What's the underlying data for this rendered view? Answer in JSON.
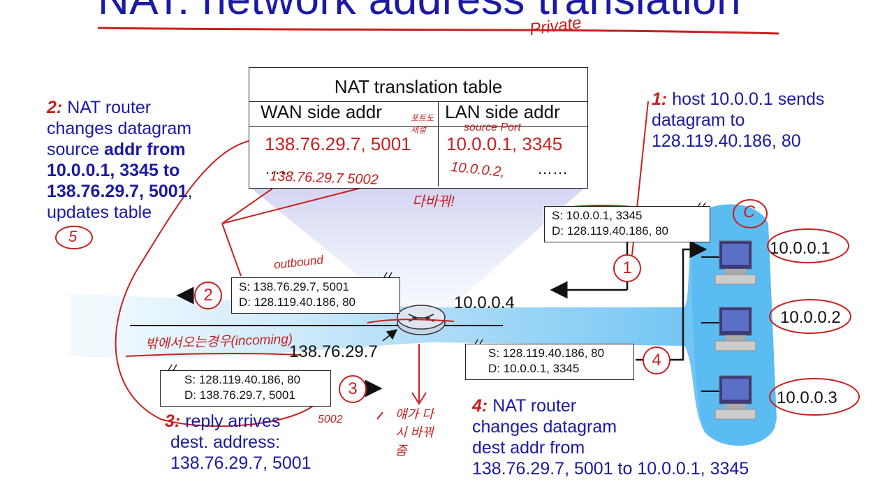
{
  "title": "NAT: network address translation",
  "nat_table": {
    "title": "NAT translation table",
    "wan_header": "WAN side addr",
    "lan_header": "LAN side addr",
    "rows": [
      {
        "wan": "138.76.29.7, 5001",
        "lan": "10.0.0.1, 3345"
      },
      {
        "wan": "……",
        "lan": "……"
      }
    ]
  },
  "step1": {
    "num": "1:",
    "text": "host 10.0.0.1 sends datagram to 128.119.40.186, 80"
  },
  "step2": {
    "num": "2:",
    "line1": "NAT router",
    "line2": "changes datagram",
    "line3a": "source ",
    "line3b": "addr from",
    "line4": "10.0.0.1, 3345 to",
    "line5": "138.76.29.7, 5001",
    "line5b": ",",
    "line6": "updates table"
  },
  "step3": {
    "num": "3:",
    "line1": "reply arrives",
    "line2": "dest. address:",
    "line3": "138.76.29.7, 5001"
  },
  "step4": {
    "num": "4:",
    "line1": "NAT router",
    "line2": "changes datagram",
    "line3": "dest addr from",
    "line4": "138.76.29.7, 5001 to 10.0.0.1, 3345"
  },
  "packets": {
    "p1": {
      "s": "S: 10.0.0.1, 3345",
      "d": "D: 128.119.40.186, 80"
    },
    "p2": {
      "s": "S: 138.76.29.7, 5001",
      "d": "D: 128.119.40.186, 80"
    },
    "p3": {
      "s": "S: 128.119.40.186, 80",
      "d": "D: 138.76.29.7, 5001"
    },
    "p4": {
      "s": "S: 128.119.40.186, 80",
      "d": "D: 10.0.0.1, 3345"
    }
  },
  "circles": [
    "1",
    "2",
    "3",
    "4"
  ],
  "router": {
    "lan_ip": "10.0.0.4",
    "wan_ip": "138.76.29.7"
  },
  "hosts": [
    "10.0.0.1",
    "10.0.0.2",
    "10.0.0.3"
  ],
  "annotations": {
    "private": "Private",
    "port_change": "포트도 재설",
    "source_port": "source  Port",
    "row2_wan": "138.76.29.7  5002",
    "row2_lan": "10.0.0.2,",
    "change_all": "다바꿔!",
    "outbound": "outbound",
    "incoming": "밖에서오는경우(incoming)",
    "five": "5",
    "c": "C",
    "p3_port": "5002",
    "change_back": "얘가 다시 바꿔줌"
  },
  "colors": {
    "title": "#1a1aa6",
    "step_num": "#c8201e",
    "ink": "#c8201e",
    "lan": "#5bbcf2"
  }
}
